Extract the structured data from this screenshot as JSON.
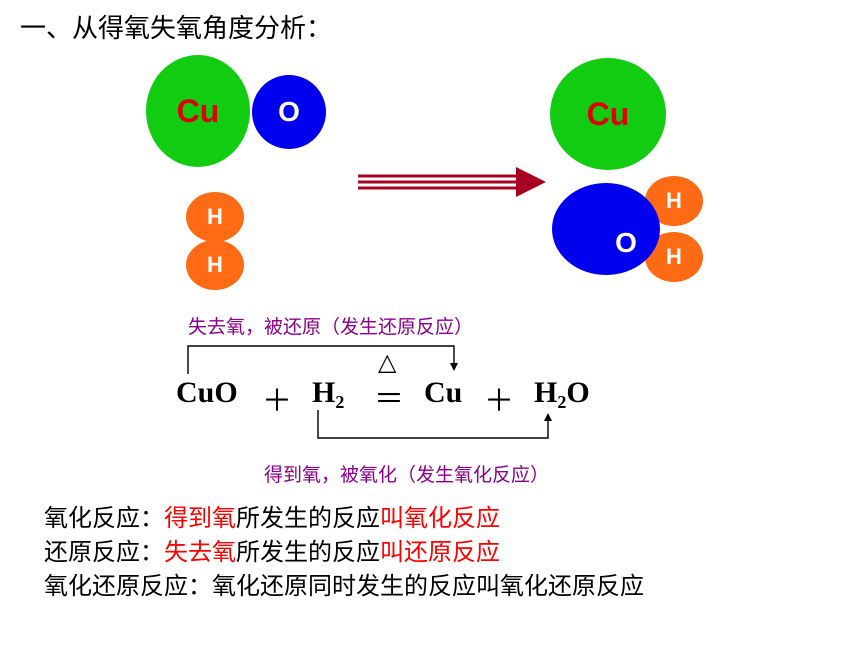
{
  "title": "一、从得氧失氧角度分析：",
  "reactants": {
    "cu": "Cu",
    "o": "O",
    "h1": "H",
    "h2": "H"
  },
  "products": {
    "cu": "Cu",
    "o": "O",
    "h1": "H",
    "h2": "H"
  },
  "colors": {
    "cu": "#12cc12",
    "o": "#0000ee",
    "h": "#ff6a14",
    "arrow": "#a80020",
    "note": "#8b008b",
    "highlight": "#ff0000"
  },
  "upper_note": "失去氧，被还原（发生还原反应）",
  "lower_note": "得到氧，被氧化（发生氧化反应）",
  "equation": {
    "cuo": "CuO",
    "plus1": "＋",
    "h2_main": "H",
    "h2_sub": "2",
    "equals": "＝",
    "heat": "△",
    "cu": "Cu",
    "plus2": "＋",
    "h2o_h": "H",
    "h2o_sub": "2",
    "h2o_o": "O"
  },
  "definitions": {
    "line1_label": "氧化反应：",
    "line1_key": "得到氧",
    "line1_mid": "所发生的反应",
    "line1_term": "叫氧化反应",
    "line2_label": "还原反应：",
    "line2_key": "失去氧",
    "line2_mid": "所发生的反应",
    "line2_term": "叫还原反应",
    "line3": "氧化还原反应：氧化还原同时发生的反应叫氧化还原反应"
  }
}
